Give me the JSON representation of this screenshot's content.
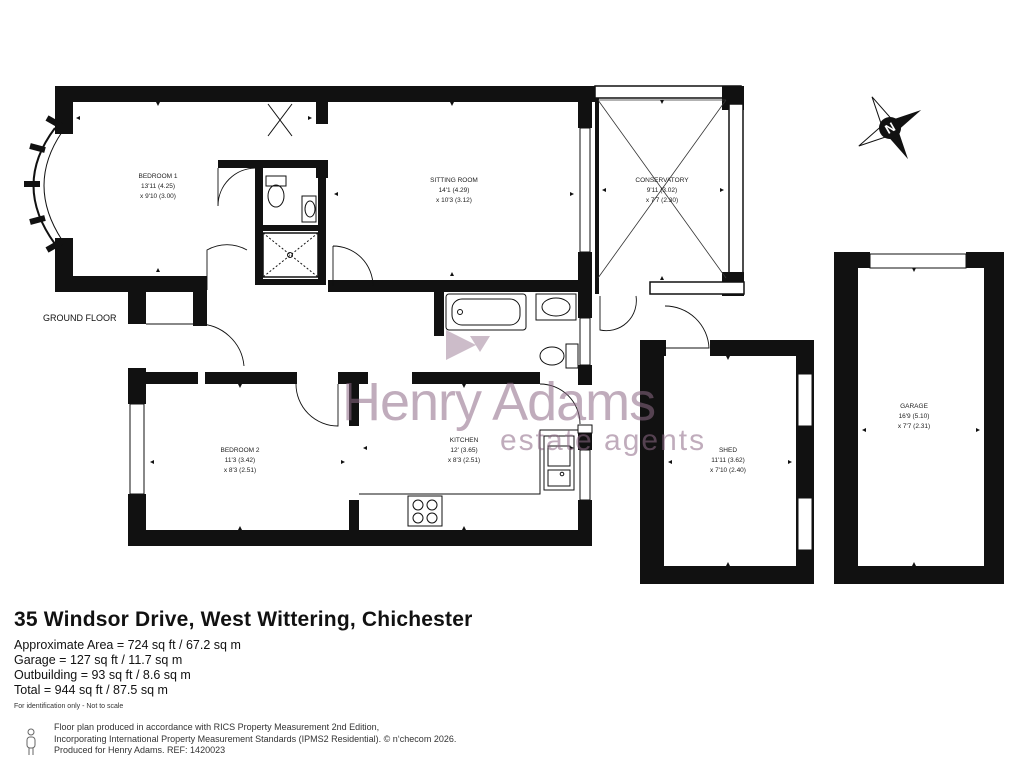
{
  "floor_label": "GROUND FLOOR",
  "rooms": [
    {
      "id": "bedroom1",
      "name": "BEDROOM 1",
      "dim1": "13'11 (4.25)",
      "dim2": "x 9'10 (3.00)"
    },
    {
      "id": "sitting",
      "name": "SITTING ROOM",
      "dim1": "14'1 (4.29)",
      "dim2": "x 10'3 (3.12)"
    },
    {
      "id": "conservatory",
      "name": "CONSERVATORY",
      "dim1": "9'11 (3.02)",
      "dim2": "x 7'7 (2.30)"
    },
    {
      "id": "bedroom2",
      "name": "BEDROOM 2",
      "dim1": "11'3 (3.42)",
      "dim2": "x 8'3 (2.51)"
    },
    {
      "id": "kitchen",
      "name": "KITCHEN",
      "dim1": "12' (3.65)",
      "dim2": "x 8'3 (2.51)"
    },
    {
      "id": "shed",
      "name": "SHED",
      "dim1": "11'11 (3.62)",
      "dim2": "x 7'10 (2.40)"
    },
    {
      "id": "garage",
      "name": "GARAGE",
      "dim1": "16'9 (5.10)",
      "dim2": "x 7'7 (2.31)"
    }
  ],
  "watermark": {
    "line1": "Henry Adams",
    "line2": "estate agents"
  },
  "compass_letter": "N",
  "address": "35 Windsor Drive, West Wittering, Chichester",
  "areas": [
    "Approximate Area = 724 sq ft / 67.2 sq m",
    "Garage = 127 sq ft / 11.7 sq m",
    "Outbuilding = 93 sq ft / 8.6 sq m",
    "Total = 944 sq ft / 87.5 sq m"
  ],
  "identification_note": "For identification only - Not to scale",
  "footer": {
    "line1": "Floor plan produced in accordance with RICS Property Measurement 2nd Edition,",
    "line2": "Incorporating International Property Measurement Standards (IPMS2 Residential).  © n‘checom 2026.",
    "line3": "Produced for Henry Adams.   REF: 1420023"
  },
  "colors": {
    "wall": "#111111",
    "watermark": "#8e6a87",
    "background": "#ffffff"
  }
}
